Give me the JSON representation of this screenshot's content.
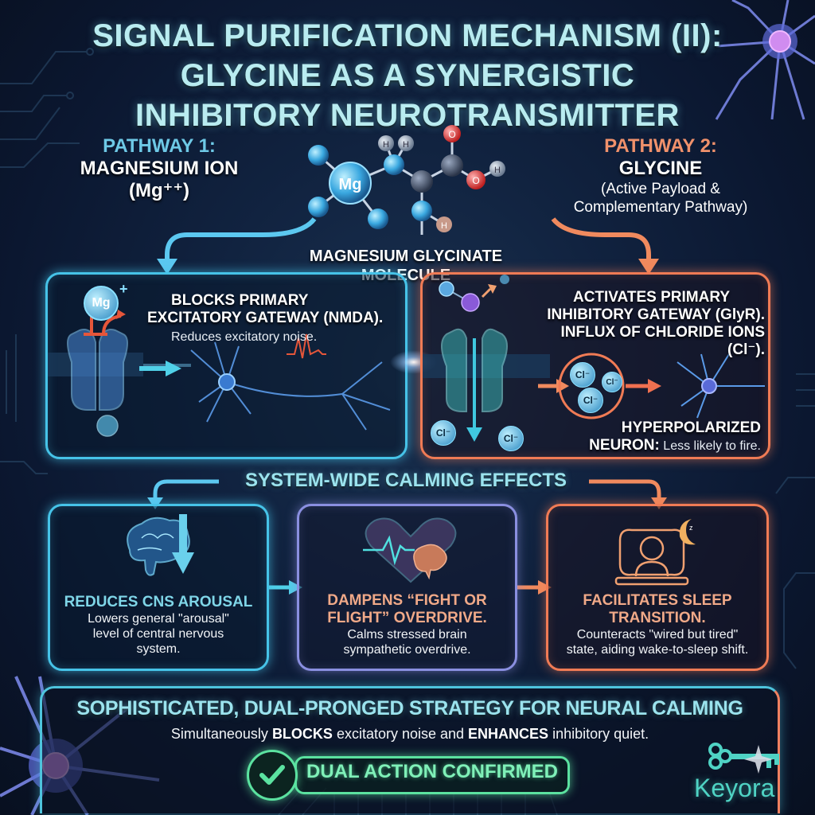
{
  "title": {
    "line1": "SIGNAL PURIFICATION MECHANISM (II):",
    "line2": "GLYCINE AS A SYNERGISTIC",
    "line3": "INHIBITORY NEUROTRANSMITTER"
  },
  "pathway1": {
    "label": "PATHWAY 1:",
    "name": "MAGNESIUM ION",
    "formula": "(Mg⁺⁺)"
  },
  "pathway2": {
    "label": "PATHWAY 2:",
    "name": "GLYCINE",
    "sub1": "(Active Payload &",
    "sub2": "Complementary Pathway)"
  },
  "molecule": {
    "label1": "MAGNESIUM GLYCINATE",
    "label2": "MOLECULE",
    "mg_symbol": "Mg",
    "atoms": {
      "h": "H",
      "o": "O"
    }
  },
  "panel_left": {
    "mg_symbol": "Mg",
    "mg_charge": "+",
    "heading1": "BLOCKS PRIMARY",
    "heading2": "EXCITATORY GATEWAY (NMDA).",
    "sub": "Reduces excitatory noise."
  },
  "panel_right": {
    "heading1": "ACTIVATES PRIMARY",
    "heading2": "INHIBITORY GATEWAY (GlyR).",
    "heading3": "INFLUX OF CHLORIDE IONS (Cl⁻).",
    "ion_label": "Cl⁻",
    "result_heading": "HYPERPOLARIZED",
    "result_bold": "NEURON:",
    "result_text": " Less likely to fire."
  },
  "effects": {
    "title": "SYSTEM-WIDE CALMING EFFECTS",
    "items": [
      {
        "heading1": "REDUCES CNS AROUSAL",
        "heading2": "",
        "sub1": "Lowers general \"arousal\"",
        "sub2": "level of central nervous",
        "sub3": "system.",
        "icon": "brain-down-icon"
      },
      {
        "heading1": "DAMPENS “FIGHT OR",
        "heading2": "FLIGHT” OVERDRIVE.",
        "sub1": "Calms stressed brain",
        "sub2": "sympathetic overdrive.",
        "sub3": "",
        "icon": "heart-brain-icon"
      },
      {
        "heading1": "FACILITATES SLEEP",
        "heading2": "TRANSITION.",
        "sub1": "Counteracts \"wired but tired\"",
        "sub2": "state, aiding wake-to-sleep shift.",
        "sub3": "",
        "icon": "sleep-moon-icon"
      }
    ]
  },
  "summary": {
    "title": "SOPHISTICATED, DUAL-PRONGED STRATEGY FOR NEURAL CALMING",
    "sub_pre": "Simultaneously ",
    "sub_bold1": "BLOCKS",
    "sub_mid": " excitatory noise and ",
    "sub_bold2": "ENHANCES",
    "sub_post": " inhibitory quiet."
  },
  "badge": {
    "label": "DUAL ACTION CONFIRMED"
  },
  "logo": {
    "text": "Keyora"
  },
  "colors": {
    "blue_accent": "#46c3e8",
    "orange_accent": "#f07b55",
    "green_badge": "#5be2a0",
    "title_cyan": "#b9ecf0",
    "logo_teal": "#4fd3c4"
  }
}
